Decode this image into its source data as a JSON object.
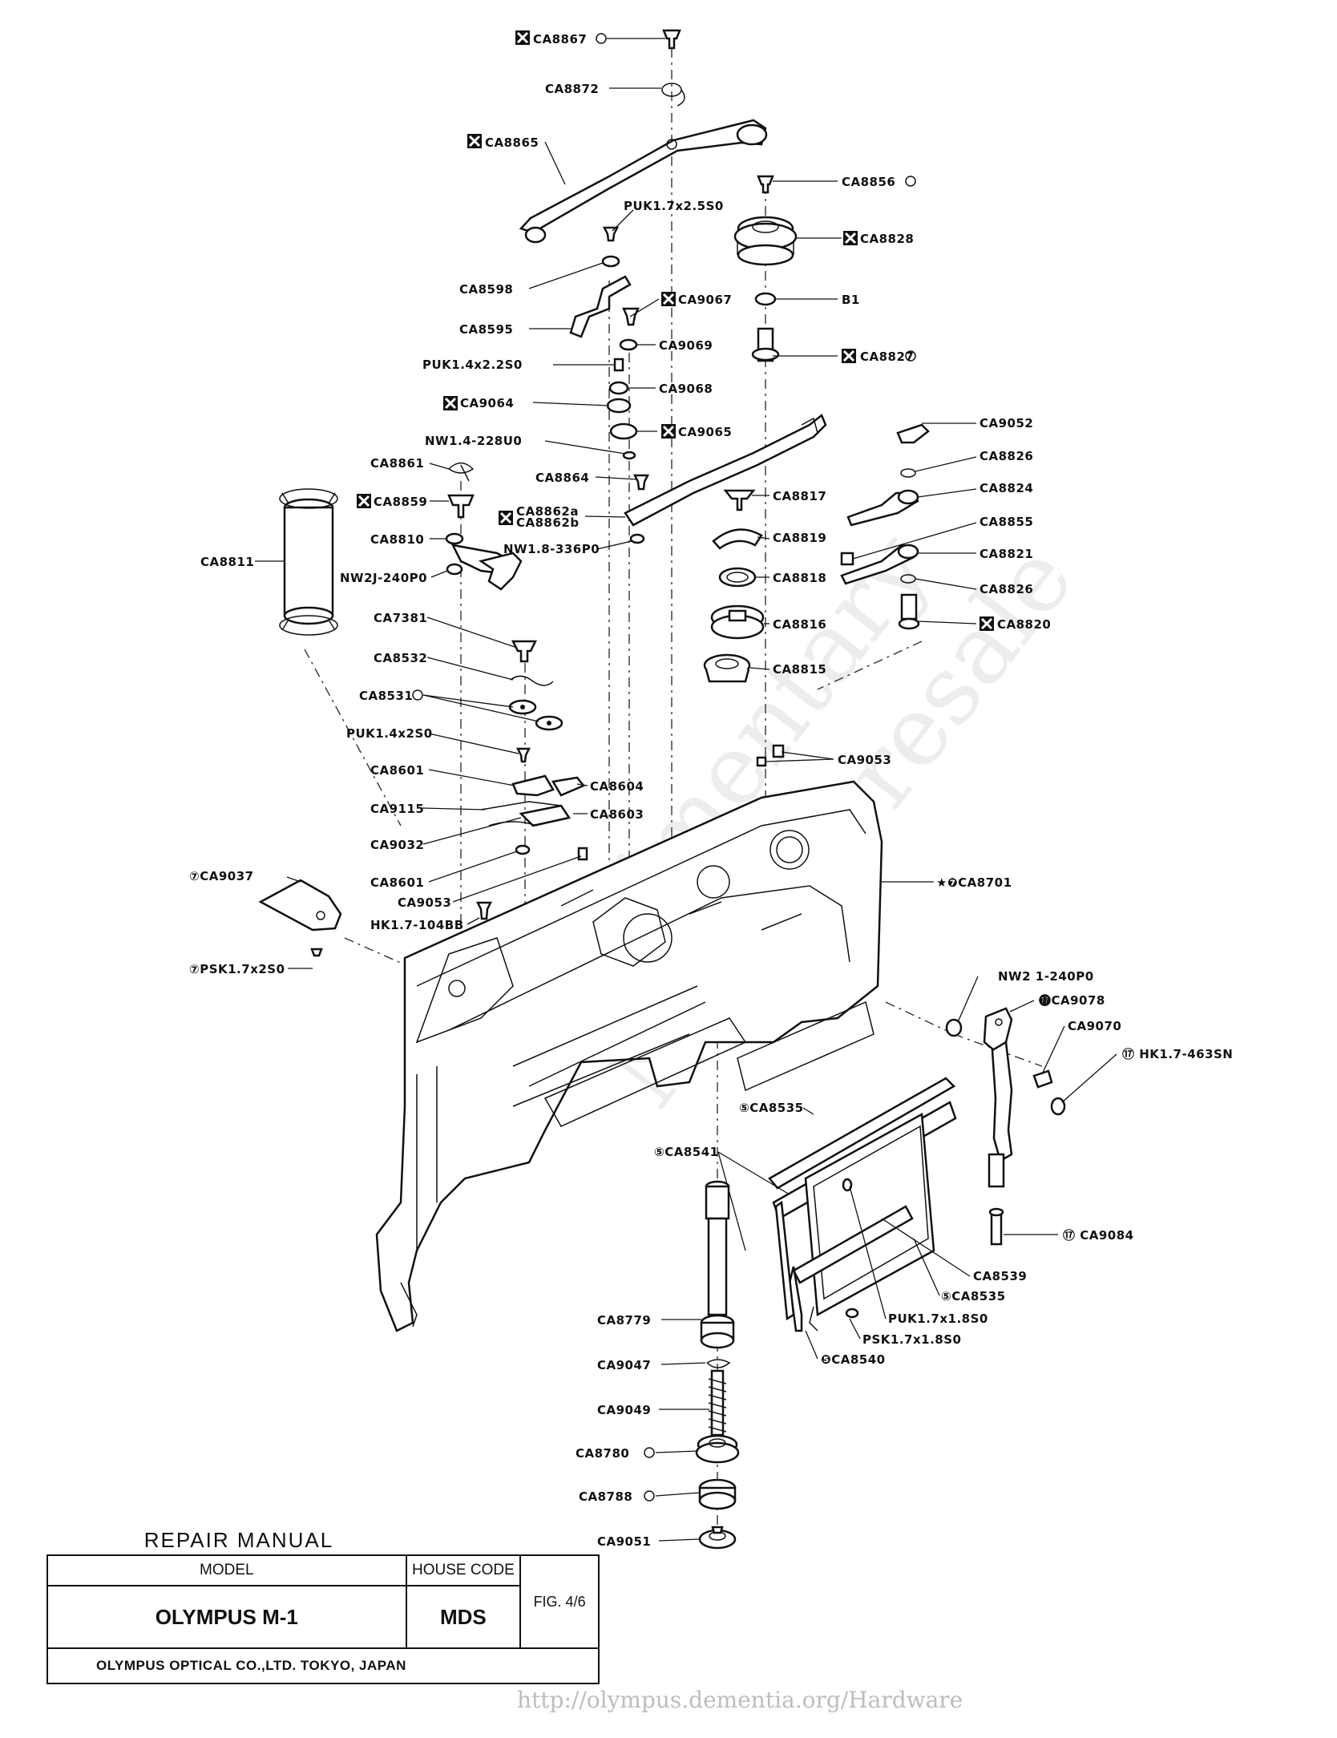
{
  "labels": [
    {
      "id": "ca8867",
      "text": "CA8867"
    },
    {
      "id": "ca8872",
      "text": "CA8872"
    },
    {
      "id": "ca8865",
      "text": "CA8865"
    },
    {
      "id": "ca8856",
      "text": "CA8856"
    },
    {
      "id": "puk17x25",
      "text": "PUK1.7x2.5S0"
    },
    {
      "id": "ca8828",
      "text": "CA8828"
    },
    {
      "id": "ca8598",
      "text": "CA8598"
    },
    {
      "id": "ca9067",
      "text": "CA9067"
    },
    {
      "id": "b1",
      "text": "B1"
    },
    {
      "id": "ca8595",
      "text": "CA8595"
    },
    {
      "id": "ca9069",
      "text": "CA9069"
    },
    {
      "id": "ca8827",
      "text": "CA8827"
    },
    {
      "id": "puk14x22",
      "text": "PUK1.4x2.2S0"
    },
    {
      "id": "ca9068",
      "text": "CA9068"
    },
    {
      "id": "ca9064",
      "text": "CA9064"
    },
    {
      "id": "ca9065",
      "text": "CA9065"
    },
    {
      "id": "ca9052",
      "text": "CA9052"
    },
    {
      "id": "nw14",
      "text": "NW1.4-228U0"
    },
    {
      "id": "ca8826a",
      "text": "CA8826"
    },
    {
      "id": "ca8861",
      "text": "CA8861"
    },
    {
      "id": "ca8864",
      "text": "CA8864"
    },
    {
      "id": "ca8817",
      "text": "CA8817"
    },
    {
      "id": "ca8824",
      "text": "CA8824"
    },
    {
      "id": "ca8859",
      "text": "CA8859"
    },
    {
      "id": "ca8862a",
      "text": "CA8862a"
    },
    {
      "id": "ca8862b",
      "text": "CA8862b"
    },
    {
      "id": "ca8855",
      "text": "CA8855"
    },
    {
      "id": "ca8819",
      "text": "CA8819"
    },
    {
      "id": "ca8810",
      "text": "CA8810"
    },
    {
      "id": "nw18",
      "text": "NW1.8-336P0"
    },
    {
      "id": "ca8821",
      "text": "CA8821"
    },
    {
      "id": "ca8811",
      "text": "CA8811"
    },
    {
      "id": "ca8818",
      "text": "CA8818"
    },
    {
      "id": "nw2j",
      "text": "NW2J-240P0"
    },
    {
      "id": "ca8826b",
      "text": "CA8826"
    },
    {
      "id": "ca7381",
      "text": "CA7381"
    },
    {
      "id": "ca8816",
      "text": "CA8816"
    },
    {
      "id": "ca8820",
      "text": "CA8820"
    },
    {
      "id": "ca8532",
      "text": "CA8532"
    },
    {
      "id": "ca8815",
      "text": "CA8815"
    },
    {
      "id": "ca8531",
      "text": "CA8531"
    },
    {
      "id": "puk14x2",
      "text": "PUK1.4x2S0"
    },
    {
      "id": "ca9053a",
      "text": "CA9053"
    },
    {
      "id": "ca8601a",
      "text": "CA8601"
    },
    {
      "id": "ca8604",
      "text": "CA8604"
    },
    {
      "id": "ca9115",
      "text": "CA9115"
    },
    {
      "id": "ca8603",
      "text": "CA8603"
    },
    {
      "id": "ca9032",
      "text": "CA9032"
    },
    {
      "id": "ca9037",
      "text": "⑦CA9037"
    },
    {
      "id": "ca8601b",
      "text": "CA8601"
    },
    {
      "id": "ca8701",
      "text": "★❼CA8701"
    },
    {
      "id": "ca9053b",
      "text": "CA9053"
    },
    {
      "id": "hk17104",
      "text": "HK1.7-104BB"
    },
    {
      "id": "psk17x2",
      "text": "⑦PSK1.7x2S0"
    },
    {
      "id": "nw21",
      "text": "NW2 1-240P0"
    },
    {
      "id": "ca9078",
      "text": "⓱CA9078"
    },
    {
      "id": "ca9070",
      "text": "CA9070"
    },
    {
      "id": "hk17463",
      "text": "⑰ HK1.7-463SN"
    },
    {
      "id": "ca8535a",
      "text": "⑤CA8535"
    },
    {
      "id": "ca8541",
      "text": "⑤CA8541"
    },
    {
      "id": "ca9084",
      "text": "⑰ CA9084"
    },
    {
      "id": "ca8539",
      "text": "CA8539"
    },
    {
      "id": "ca8535b",
      "text": "⑤CA8535"
    },
    {
      "id": "ca8779",
      "text": "CA8779"
    },
    {
      "id": "puk17x18",
      "text": "PUK1.7x1.8S0"
    },
    {
      "id": "psk17x18",
      "text": "PSK1.7x1.8S0"
    },
    {
      "id": "ca8540",
      "text": "❺CA8540"
    },
    {
      "id": "ca9047",
      "text": "CA9047"
    },
    {
      "id": "ca9049",
      "text": "CA9049"
    },
    {
      "id": "ca8780",
      "text": "CA8780"
    },
    {
      "id": "ca8788",
      "text": "CA8788"
    },
    {
      "id": "ca9051",
      "text": "CA9051"
    }
  ],
  "watermark": {
    "line1": "Complimentary",
    "line2": "Not for resale",
    "url": "http://olympus.dementia.org/Hardware"
  },
  "title_block": {
    "heading": "REPAIR MANUAL",
    "model_label": "MODEL",
    "house_code_label": "HOUSE CODE",
    "model": "OLYMPUS M-1",
    "house_code": "MDS",
    "figure": "FIG. 4/6",
    "company": "OLYMPUS OPTICAL CO.,LTD. TOKYO, JAPAN"
  }
}
